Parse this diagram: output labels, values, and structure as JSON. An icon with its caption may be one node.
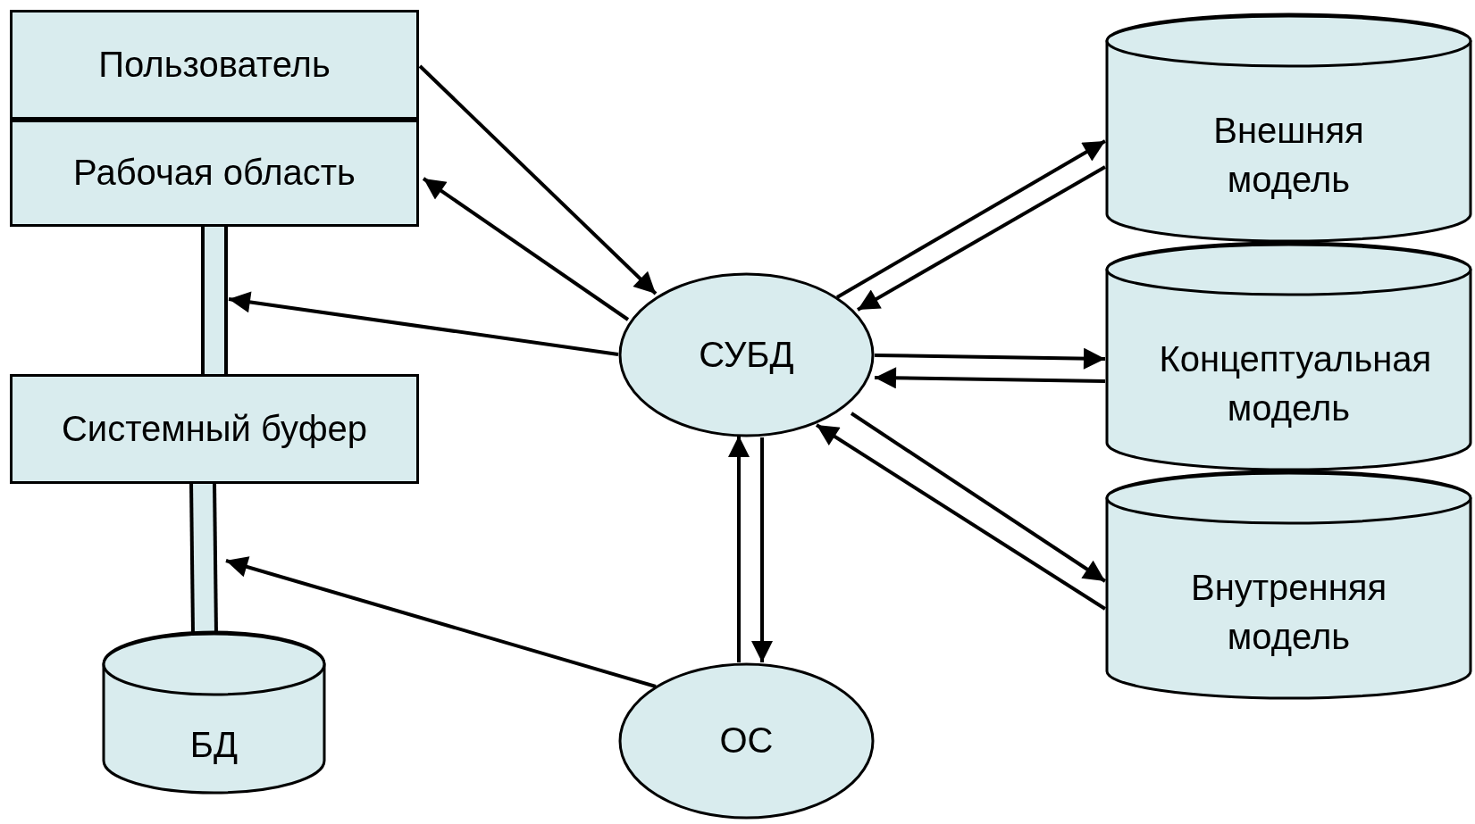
{
  "diagram": {
    "nodes": [
      {
        "text": [
          "Пользователь"
        ]
      },
      {
        "text": [
          "Рабочая область"
        ]
      },
      {
        "text": [
          "Системный буфер"
        ]
      },
      {
        "text": [
          "БД"
        ]
      },
      {
        "text": [
          "СУБД"
        ]
      },
      {
        "text": [
          "ОС"
        ]
      },
      {
        "text": [
          "Внешняя модель"
        ]
      },
      {
        "text": [
          "Концептуальная модель"
        ]
      },
      {
        "text": [
          "Внутренняя модель"
        ]
      }
    ],
    "edges": [
      {
        "from": 1,
        "to": 2,
        "arrow": "none",
        "style": "thick"
      },
      {
        "from": 2,
        "to": 3,
        "arrow": "none",
        "style": "thick"
      },
      {
        "from": 0,
        "to": 4,
        "arrow": "to"
      },
      {
        "from": 4,
        "to": 1,
        "arrow": "to"
      },
      {
        "from": 4,
        "to": null,
        "arrow": "to"
      },
      {
        "from": 5,
        "to": null,
        "arrow": "to"
      },
      {
        "from": 5,
        "to": 4,
        "arrow": "to"
      },
      {
        "from": 4,
        "to": 5,
        "arrow": "to"
      },
      {
        "from": 4,
        "to": 6,
        "arrow": "to"
      },
      {
        "from": 6,
        "to": 4,
        "arrow": "to"
      },
      {
        "from": 4,
        "to": 7,
        "arrow": "to"
      },
      {
        "from": 7,
        "to": 4,
        "arrow": "to"
      },
      {
        "from": 4,
        "to": 8,
        "arrow": "to"
      },
      {
        "from": 8,
        "to": 4,
        "arrow": "to"
      }
    ]
  }
}
